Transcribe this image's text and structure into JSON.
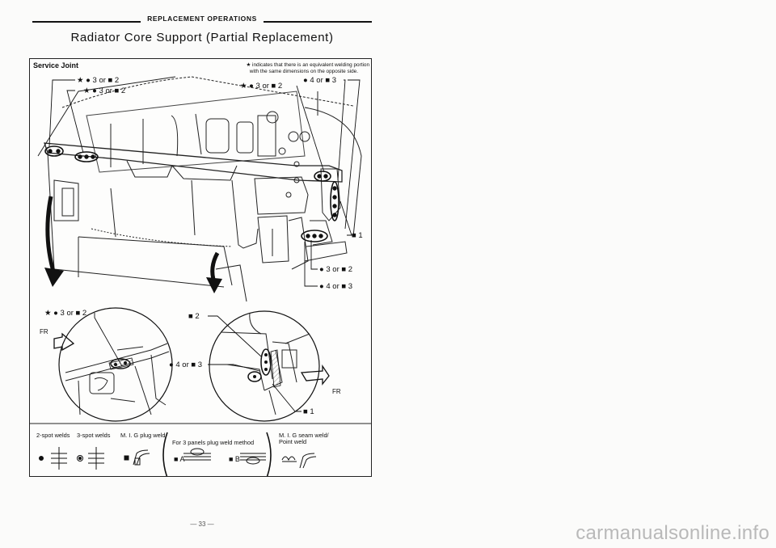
{
  "header": {
    "section": "REPLACEMENT OPERATIONS",
    "title": "Radiator Core Support (Partial Replacement)"
  },
  "diagram": {
    "service_joint": "Service Joint",
    "note_line1": "★ indicates that there is an equivalent welding portion",
    "note_line2": "with the same dimensions on the opposite side.",
    "callouts": {
      "star_3_2_top": "★ ● 3 or ■ 2",
      "star_3_2_mid": "★ ● 3 or ■ 2",
      "star_3_2_center": "★ ● 3 or ■ 2",
      "four_three_top": "● 4 or ■ 3",
      "one_right": "■ 1",
      "three_two_right": "● 3 or ■ 2",
      "four_three_right": "● 4 or ■ 3",
      "star_3_2_detail": "★ ● 3 or ■ 2",
      "two_detail": "■ 2",
      "four_three_detail": "● 4 or ■ 3",
      "one_detail": "■ 1"
    },
    "fr_left": "FR",
    "fr_right": "FR"
  },
  "legend": {
    "two_spot": "2-spot welds",
    "three_spot": "3-spot welds",
    "mig_plug": "M. I. G plug weld",
    "three_panels": "For 3 panels plug weld method",
    "mig_seam_line1": "M. I. G seam weld/",
    "mig_seam_line2": "Point weld",
    "label_a": "■ A",
    "label_b": "■ B"
  },
  "footer": {
    "page_number": "— 33 —",
    "watermark": "carmanualsonline.info"
  }
}
